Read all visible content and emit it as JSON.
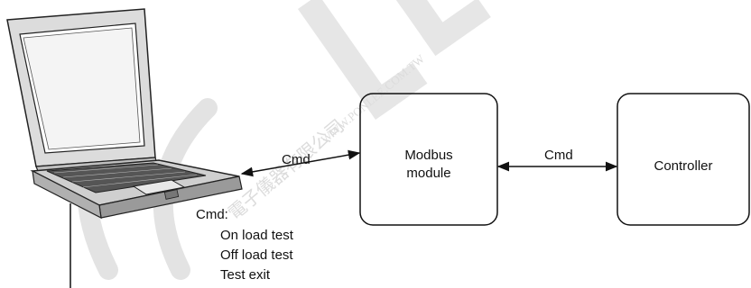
{
  "arrow_labels": {
    "laptop_to_module": "Cmd",
    "module_to_controller": "Cmd"
  },
  "modbus_module": {
    "line1": "Modbus",
    "line2": "module"
  },
  "controller": {
    "label": "Controller"
  },
  "cmd_list": {
    "title": "Cmd:",
    "items": [
      "On load test",
      "Off load test",
      "Test exit"
    ]
  },
  "watermark": {
    "text": "LEE",
    "chinese": "電子儀器有限公司",
    "url": "WWW.PONLEE.COM.TW"
  },
  "colors": {
    "line": "#111111",
    "watermark": "#d6d6d6"
  }
}
